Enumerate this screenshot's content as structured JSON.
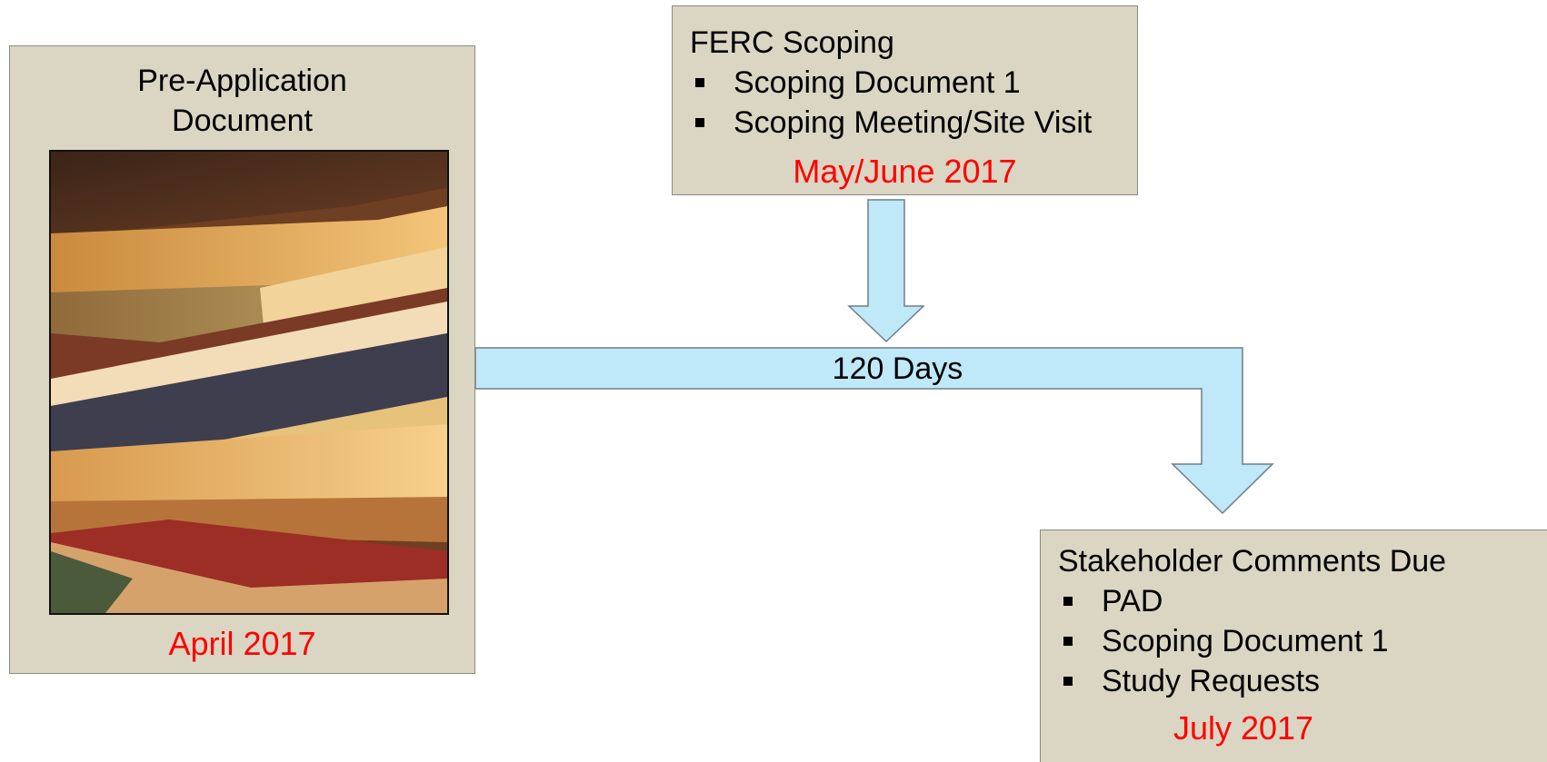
{
  "pad": {
    "title_line1": "Pre-Application",
    "title_line2": "Document",
    "date": "April 2017",
    "photo": "stacked-books-photo"
  },
  "ferc": {
    "title": "FERC Scoping",
    "items": [
      "Scoping Document 1",
      "Scoping Meeting/Site Visit"
    ],
    "date": "May/June 2017"
  },
  "duration": {
    "label": "120 Days"
  },
  "stakeholder": {
    "title": "Stakeholder Comments Due",
    "items": [
      "PAD",
      "Scoping Document 1",
      "Study Requests"
    ],
    "date": "July 2017"
  },
  "colors": {
    "box_fill": "#dad6c3",
    "arrow_fill": "#bfe8f9",
    "date_text": "#ff0000"
  }
}
